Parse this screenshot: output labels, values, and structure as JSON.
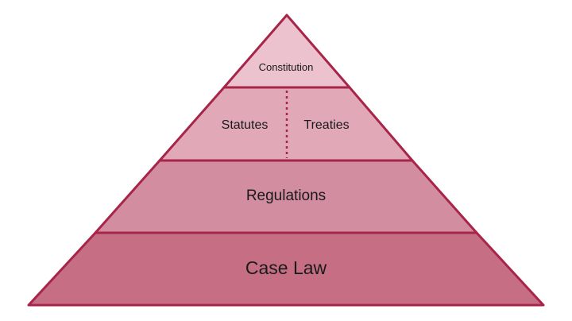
{
  "diagram": {
    "tiers": [
      {
        "id": "constitution",
        "labels": [
          "Constitution"
        ],
        "fill": "#ebc2cd"
      },
      {
        "id": "statutes-treaties",
        "labels": [
          "Statutes",
          "Treaties"
        ],
        "fill": "#e1a9b8",
        "divider": "dotted"
      },
      {
        "id": "regulations",
        "labels": [
          "Regulations"
        ],
        "fill": "#d38da0"
      },
      {
        "id": "case-law",
        "labels": [
          "Case Law"
        ],
        "fill": "#c66e84"
      }
    ],
    "stroke_color": "#a8254a"
  }
}
